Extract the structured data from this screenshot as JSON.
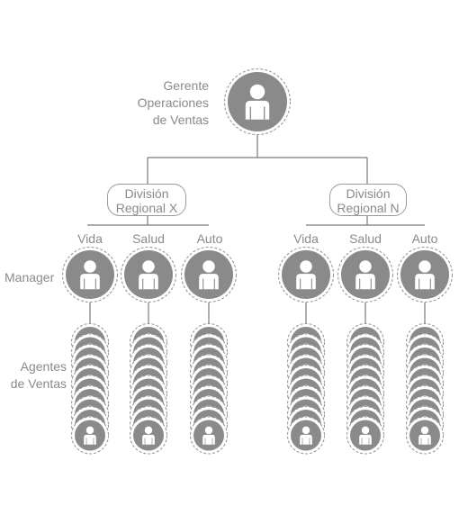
{
  "top": {
    "title_lines": [
      "Gerente",
      "Operaciones",
      "de Ventas"
    ],
    "icon": "person-icon"
  },
  "divisions": [
    {
      "lines": [
        "División",
        "Regional X"
      ],
      "products": [
        "Vida",
        "Salud",
        "Auto"
      ]
    },
    {
      "lines": [
        "División",
        "Regional N"
      ],
      "products": [
        "Vida",
        "Salud",
        "Auto"
      ]
    }
  ],
  "row_labels": {
    "manager": "Manager",
    "agents_lines": [
      "Agentes",
      "de Ventas"
    ]
  },
  "colors": {
    "icon_fill": "#8a8a8a",
    "ring": "#9a9a9a",
    "line": "#7a7a7a",
    "text": "#8a8a8a"
  }
}
